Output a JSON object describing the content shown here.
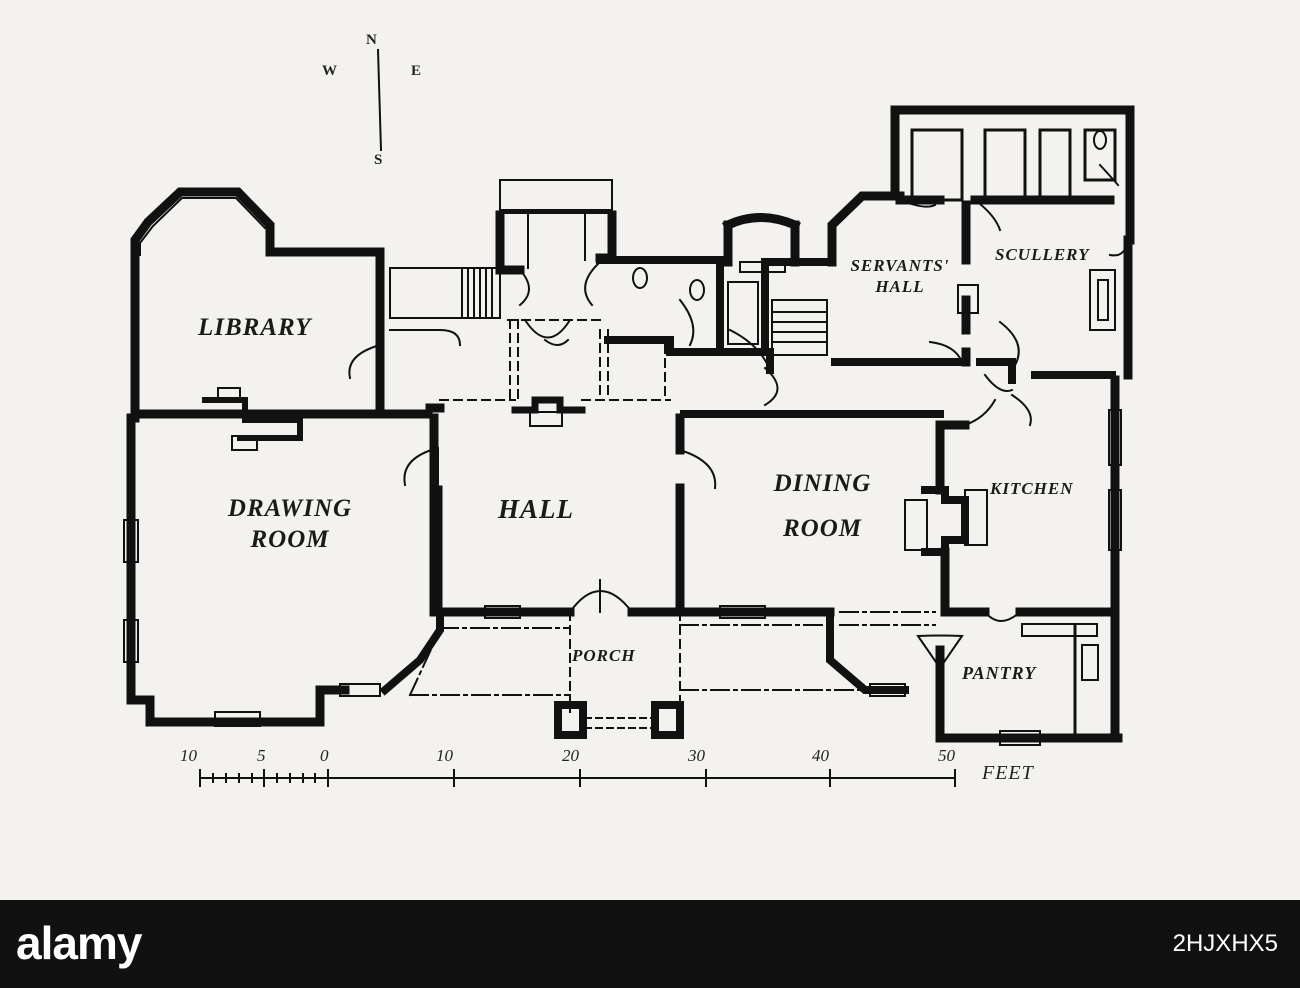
{
  "compass": {
    "north": "N",
    "south": "S",
    "east": "E",
    "west": "W"
  },
  "rooms": {
    "library": "LIBRARY",
    "drawing_room": [
      "DRAWING",
      "ROOM"
    ],
    "hall": "HALL",
    "dining_room": [
      "DINING",
      "ROOM"
    ],
    "kitchen": "KITCHEN",
    "servants_hall": [
      "SERVANTS'",
      "HALL"
    ],
    "scullery": "SCULLERY",
    "porch": "PORCH",
    "pantry": "PANTRY"
  },
  "scale": {
    "labels": [
      "10",
      "5",
      "0",
      "10",
      "20",
      "30",
      "40",
      "50"
    ],
    "unit": "FEET"
  },
  "footer": {
    "brand": "alamy",
    "image_id": "2HJXHX5"
  },
  "colors": {
    "ink": "#111111",
    "paper": "#f3f2ef",
    "footer": "#111111"
  }
}
